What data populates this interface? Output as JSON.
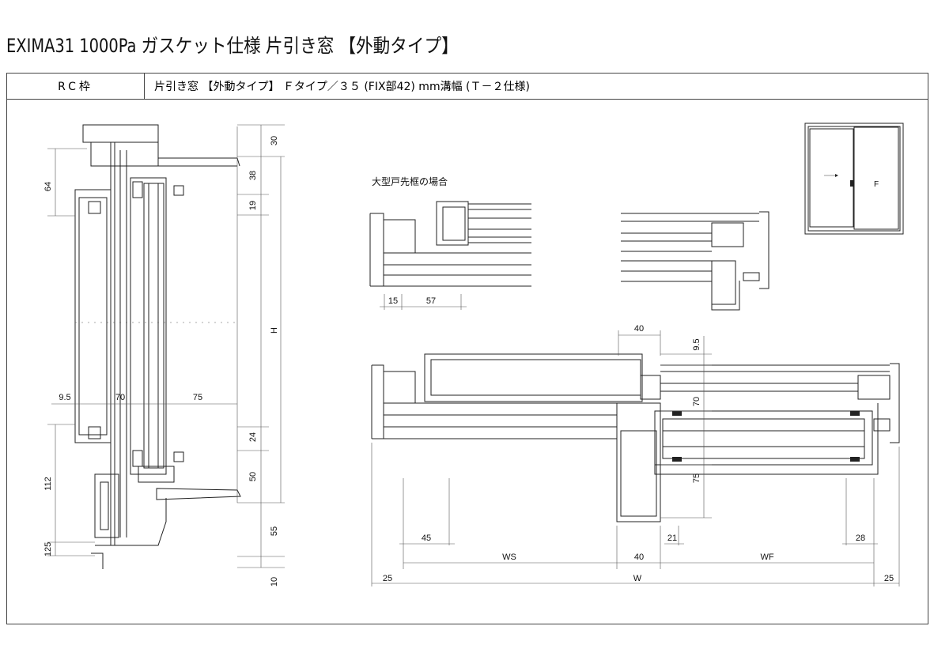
{
  "title": "EXIMA31 1000Pa ガスケット仕様 片引き窓 【外動タイプ】",
  "header": {
    "frame_type": "RC枠",
    "spec": "片引き窓 【外動タイプ】 Ｆタイプ／３５ (FIX部42) mm溝幅 (Ｔ－２仕様)"
  },
  "vertical_section": {
    "left_dims": [
      "64",
      "112",
      "125"
    ],
    "horizontal_dims": [
      "9.5",
      "70",
      "75"
    ],
    "right_dims": [
      "30",
      "38",
      "19",
      "H",
      "24",
      "50",
      "55",
      "10"
    ]
  },
  "horizontal_section": {
    "large_stile_label": "大型戸先框の場合",
    "large_stile_dims": [
      "15",
      "57"
    ],
    "top_dims": [
      "40",
      "9.5"
    ],
    "side_dims": [
      "70",
      "75"
    ],
    "bottom_dims": [
      "45",
      "WS",
      "40",
      "21",
      "WF",
      "28"
    ],
    "overall_dims": [
      "25",
      "W",
      "25"
    ]
  },
  "elevation": {
    "fixed_label": "F",
    "icon": "arrow-right-icon"
  }
}
